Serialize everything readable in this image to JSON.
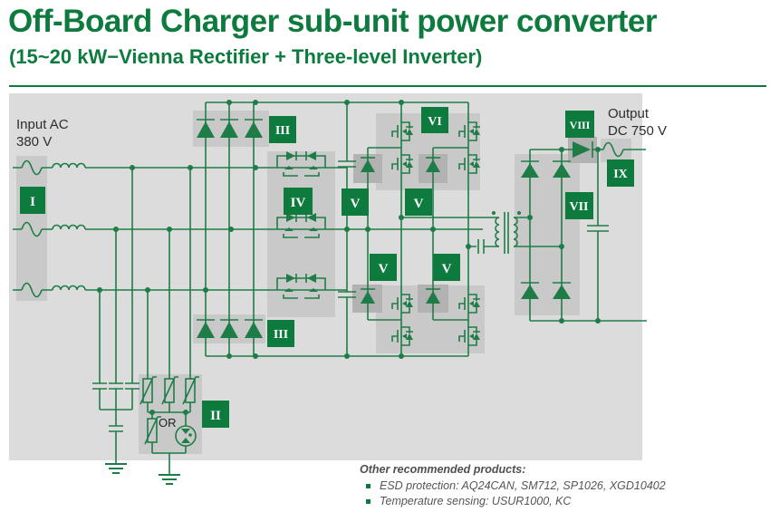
{
  "header": {
    "title": "Off-Board Charger sub-unit power converter",
    "subtitle": "(15~20 kW−Vienna Rectifier + Three-level Inverter)"
  },
  "diagram": {
    "input_label": {
      "line1": "Input AC",
      "line2": "380 V"
    },
    "output_label": {
      "line1": "Output",
      "line2": "DC 750 V"
    },
    "or_label": "OR",
    "badges": {
      "b1": "I",
      "b2": "II",
      "b3": "III",
      "b4": "IV",
      "b5": "V",
      "b6": "VI",
      "b7": "VII",
      "b8": "VIII",
      "b9": "IX"
    }
  },
  "notes": {
    "heading": "Other recommended products:",
    "items": [
      "ESD protection: AQ24CAN, SM712, SP1026, XGD10402",
      "Temperature sensing: USUR1000, KC"
    ]
  },
  "colors": {
    "green": "#0d7b3e",
    "wire": "#1e7d46",
    "panel": "#dcdcdc",
    "sub_box": "#c9c9c9",
    "dark_box": "#b2b2b2"
  }
}
